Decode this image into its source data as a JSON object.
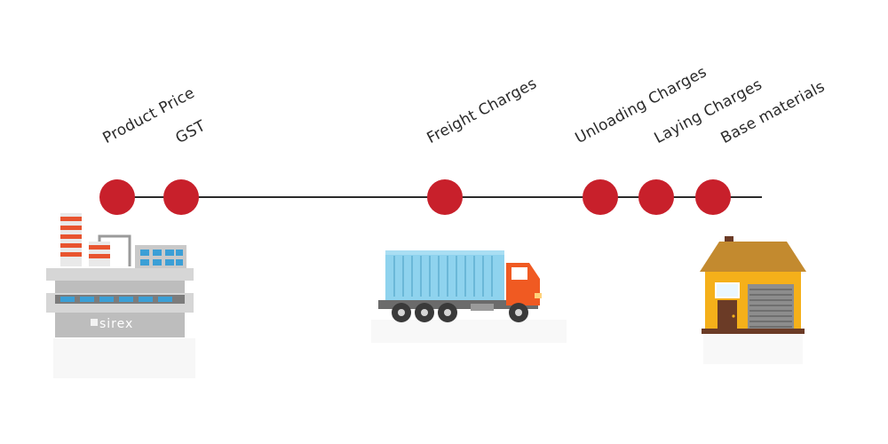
{
  "timeline": {
    "stages": [
      {
        "label": "Product Price"
      },
      {
        "label": "GST"
      },
      {
        "label": "Freight Charges"
      },
      {
        "label": "Unloading Charges"
      },
      {
        "label": "Laying Charges"
      },
      {
        "label": "Base materials"
      }
    ]
  },
  "factory": {
    "brand": "sirex"
  },
  "colors": {
    "marker": "#c8202b",
    "line": "#2b2b2b",
    "factory_grey": "#b5b5b5",
    "factory_stripe": "#e8542f",
    "truck_cab": "#f05a22",
    "truck_container": "#8fd3ee",
    "house_wall": "#f5b01a",
    "house_roof": "#c38a2f",
    "door": "#6b3b26"
  },
  "icons": [
    "factory-icon",
    "truck-icon",
    "house-icon"
  ]
}
